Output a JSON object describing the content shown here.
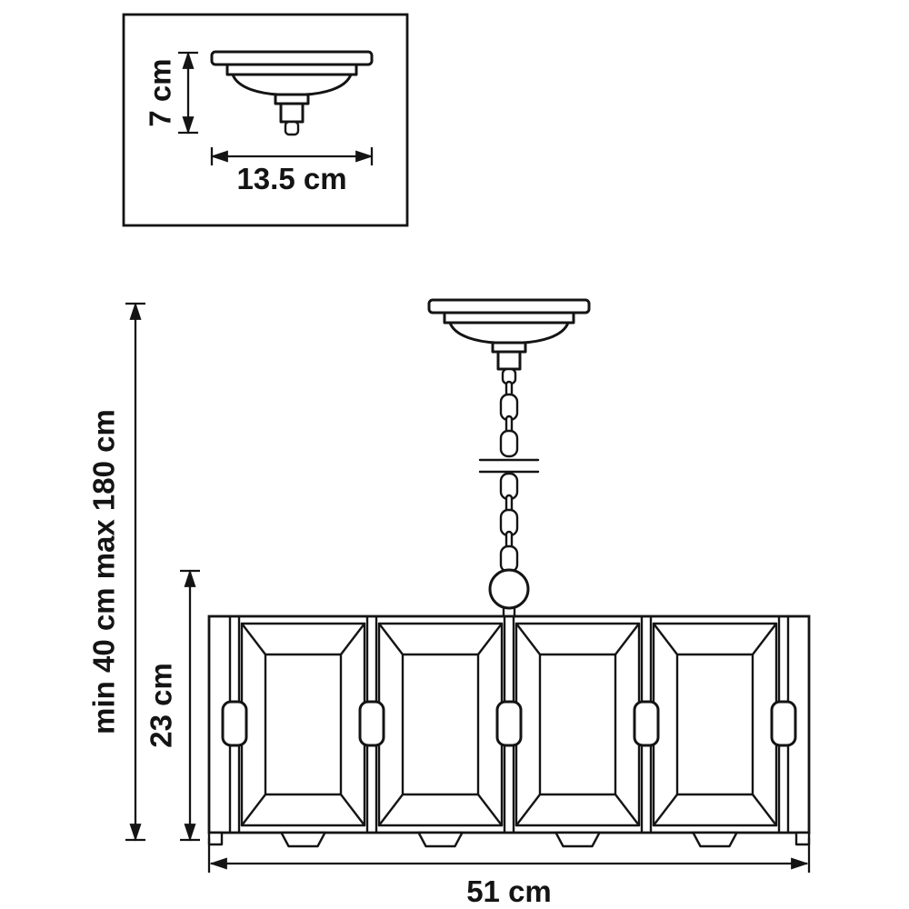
{
  "colors": {
    "line": "#141414",
    "background": "#ffffff"
  },
  "inset_diagram": {
    "canopy_height_label": "7 cm",
    "canopy_width_label": "13.5 cm"
  },
  "main_diagram": {
    "suspension_height_label": "min 40 cm max 180 cm",
    "shade_height_label": "23 cm",
    "shade_width_label": "51 cm"
  }
}
